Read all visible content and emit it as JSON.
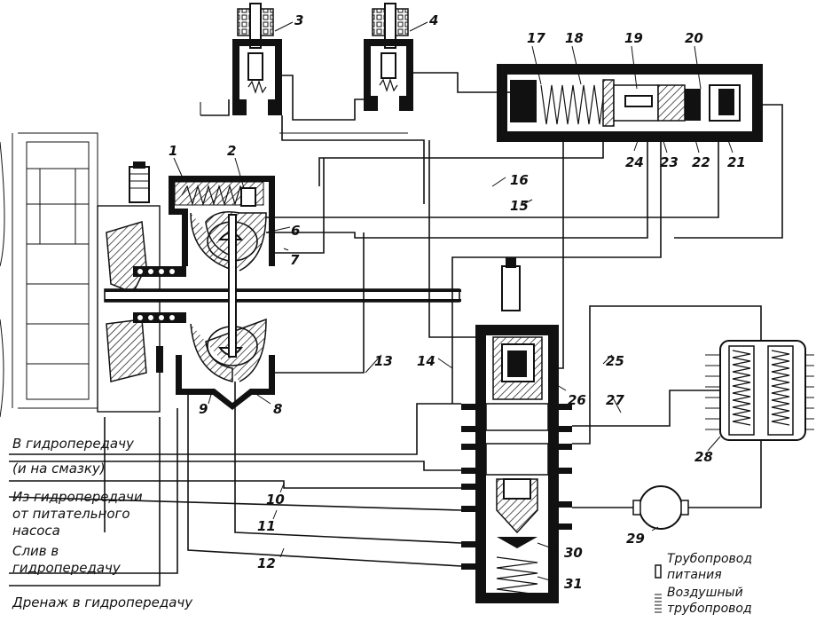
{
  "labels": {
    "n1": "1",
    "n2": "2",
    "n3": "3",
    "n4": "4",
    "n6": "6",
    "n7": "7",
    "n8": "8",
    "n9": "9",
    "n10": "10",
    "n11": "11",
    "n12": "12",
    "n13": "13",
    "n14": "14",
    "n15": "15",
    "n16": "16",
    "n17": "17",
    "n18": "18",
    "n19": "19",
    "n20": "20",
    "n21": "21",
    "n22": "22",
    "n23": "23",
    "n24": "24",
    "n25": "25",
    "n26": "26",
    "n27": "27",
    "n28": "28",
    "n29": "29",
    "n30": "30",
    "n31": "31"
  },
  "captions": {
    "to_transmission_1": "В гидропередачу",
    "to_transmission_2": "(и на смазку)",
    "from_transmission_1": "Из гидропередачи",
    "from_transmission_2": "от питательного",
    "from_transmission_3": "насоса",
    "drain_1": "Слив в",
    "drain_2": "гидропередачу",
    "seepage": "Дренаж в гидропередачу"
  },
  "legend": {
    "supply_1": "Трубопровод",
    "supply_2": "питания",
    "air_1": "Воздушный",
    "air_2": "трубопровод"
  }
}
